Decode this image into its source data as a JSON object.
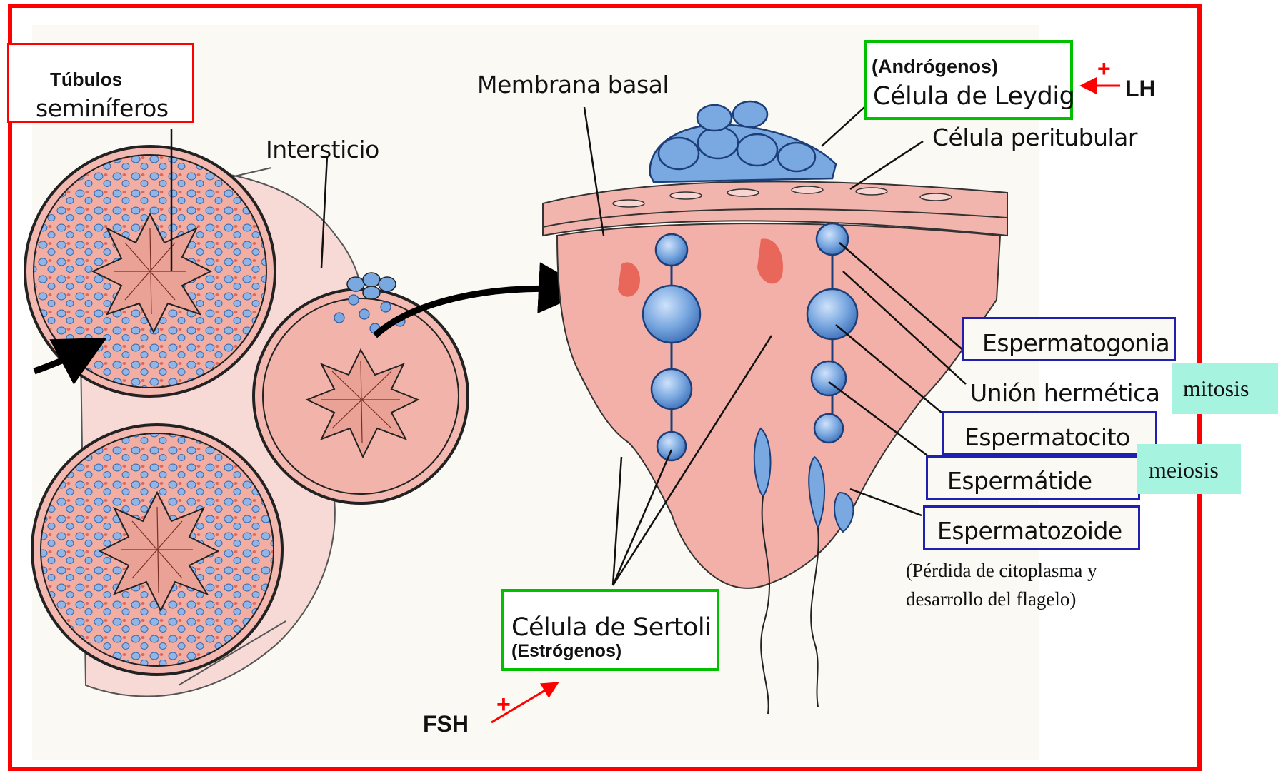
{
  "labels": {
    "tubulos_title": "Túbulos",
    "tubulos_sub": "seminíferos",
    "membrana_basal": "Membrana basal",
    "intersticio": "Intersticio",
    "androgenos": "(Andrógenos)",
    "leydig": "Célula de Leydig",
    "lh": "LH",
    "plus_lh": "+",
    "peritubular": "Célula peritubular",
    "espermatogonia": "Espermatogonia",
    "union": "Unión hermética",
    "espermatocito": "Espermatocito",
    "espermatide": "Espermátide",
    "espermatozoide": "Espermatozoide",
    "perdida_1": "(Pérdida de citoplasma y",
    "perdida_2": "desarrollo del flagelo)",
    "sertoli": "Célula de Sertoli",
    "estrogenos": "(Estrógenos)",
    "fsh": "FSH",
    "plus_fsh": "+",
    "mitosis": "mitosis",
    "meiosis": "meiosis"
  },
  "colors": {
    "frame_red": "#ff0000",
    "green_box": "#00c000",
    "blue_box": "#2020b0",
    "teal_box": "#a6f3df",
    "tissue_pink": "#f4b3ad",
    "cell_blue": "#6f9fd8",
    "lumen_pink": "#e98d82"
  }
}
